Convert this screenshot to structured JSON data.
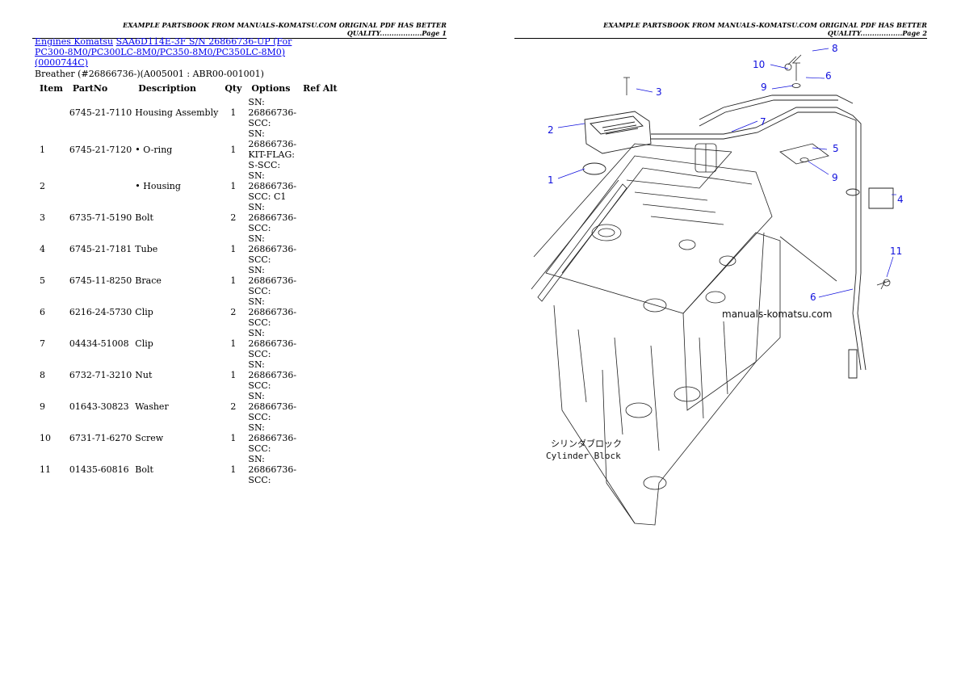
{
  "headers": {
    "page1": "EXAMPLE PARTSBOOK FROM MANUALS-KOMATSU.COM ORIGINAL PDF HAS BETTER QUALITY..................Page 1",
    "page2": "EXAMPLE PARTSBOOK FROM MANUALS-KOMATSU.COM ORIGINAL PDF HAS BETTER QUALITY..................Page 2"
  },
  "breadcrumb": {
    "link1": "Engines Komatsu",
    "link2": "SAA6D114E-3F S/N 26866736-UP (For PC300-8M0/PC300LC-8M0/PC350-8M0/PC350LC-8M0)(0000744C)"
  },
  "subtitle": "Breather (#26866736-)(A005001 : ABR00-001001)",
  "table": {
    "headers": [
      "Item",
      "PartNo",
      "Description",
      "Qty",
      "Options",
      "Ref Alt"
    ],
    "rows": [
      {
        "item": "",
        "part": "6745-21-7110",
        "desc": "Housing Assembly",
        "qty": "1",
        "opt": "SN: 26866736-SCC:",
        "ref": ""
      },
      {
        "item": "1",
        "part": "6745-21-7120",
        "desc": "• O-ring",
        "qty": "1",
        "opt": "SN: 26866736-KIT-FLAG: S-SCC:",
        "ref": ""
      },
      {
        "item": "2",
        "part": "",
        "desc": "• Housing",
        "qty": "1",
        "opt": "SN: 26866736-SCC: C1",
        "ref": ""
      },
      {
        "item": "3",
        "part": "6735-71-5190",
        "desc": "Bolt",
        "qty": "2",
        "opt": "SN: 26866736-SCC:",
        "ref": ""
      },
      {
        "item": "4",
        "part": "6745-21-7181",
        "desc": "Tube",
        "qty": "1",
        "opt": "SN: 26866736-SCC:",
        "ref": ""
      },
      {
        "item": "5",
        "part": "6745-11-8250",
        "desc": "Brace",
        "qty": "1",
        "opt": "SN: 26866736-SCC:",
        "ref": ""
      },
      {
        "item": "6",
        "part": "6216-24-5730",
        "desc": "Clip",
        "qty": "2",
        "opt": "SN: 26866736-SCC:",
        "ref": ""
      },
      {
        "item": "7",
        "part": "04434-51008",
        "desc": "Clip",
        "qty": "1",
        "opt": "SN: 26866736-SCC:",
        "ref": ""
      },
      {
        "item": "8",
        "part": "6732-71-3210",
        "desc": "Nut",
        "qty": "1",
        "opt": "SN: 26866736-SCC:",
        "ref": ""
      },
      {
        "item": "9",
        "part": "01643-30823",
        "desc": "Washer",
        "qty": "2",
        "opt": "SN: 26866736-SCC:",
        "ref": ""
      },
      {
        "item": "10",
        "part": "6731-71-6270",
        "desc": "Screw",
        "qty": "1",
        "opt": "SN: 26866736-SCC:",
        "ref": ""
      },
      {
        "item": "11",
        "part": "01435-60816",
        "desc": "Bolt",
        "qty": "1",
        "opt": "SN: 26866736-SCC:",
        "ref": ""
      }
    ]
  },
  "diagram": {
    "callouts": [
      "1",
      "2",
      "3",
      "4",
      "5",
      "6",
      "6",
      "7",
      "8",
      "9",
      "9",
      "10",
      "11"
    ],
    "watermark": "manuals-komatsu.com",
    "caption_jp": "シリンダブロック",
    "caption_en": "Cylinder Block"
  },
  "colors": {
    "link": "#0000ee",
    "callout": "#1010dd"
  }
}
